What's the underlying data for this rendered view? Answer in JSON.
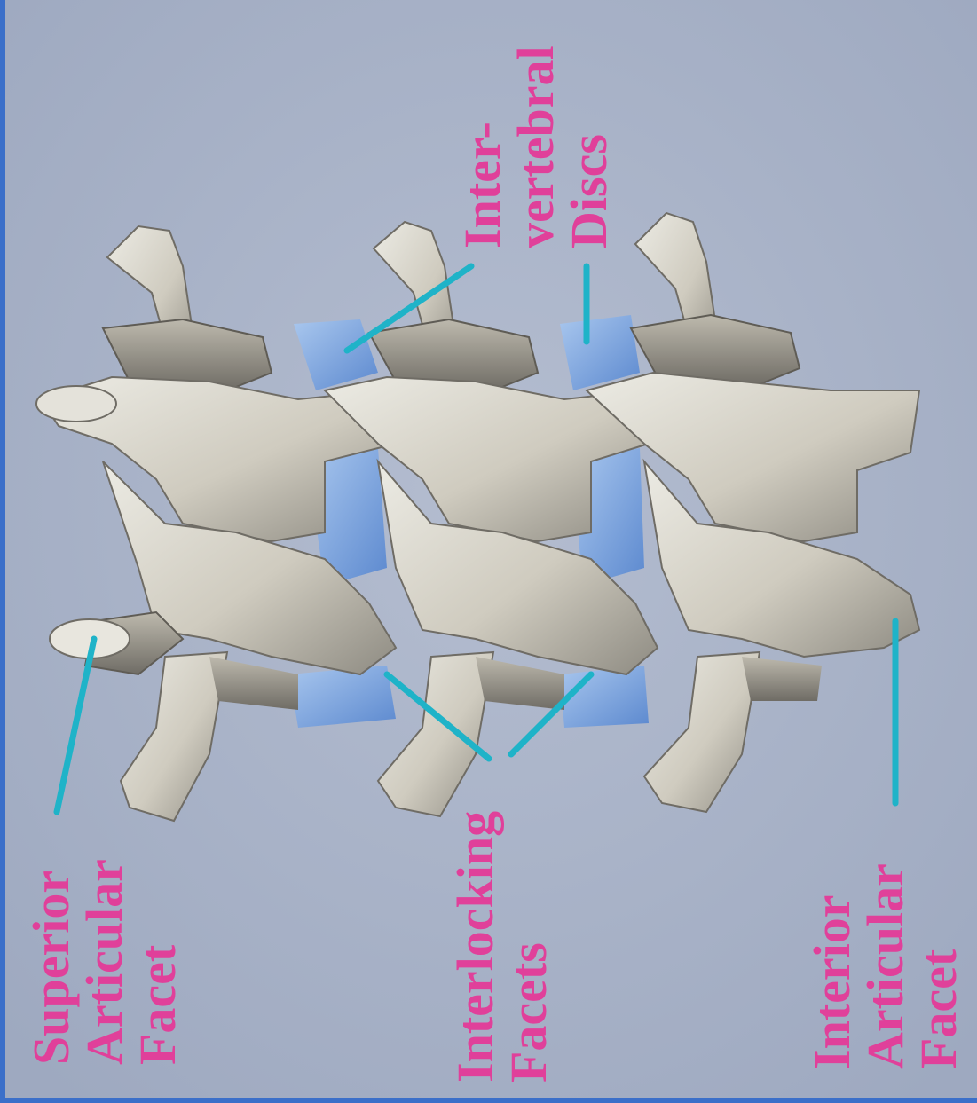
{
  "colors": {
    "background": "#a9b4c9",
    "frame": "#3b6fc9",
    "bone": "#d6d2c6",
    "disc": "#7ea6dd",
    "label_text": "#e0409a",
    "leader_line": "#1fb3c8"
  },
  "labels": {
    "superior_articular_facet": "Superior\nArticular\nFacet",
    "interlocking_facets": "Interlocking\nFacets",
    "inferior_articular_facet": "Interior\nArticular\nFacet",
    "intervertebral_discs": "Inter-\nvertebral\nDiscs"
  }
}
